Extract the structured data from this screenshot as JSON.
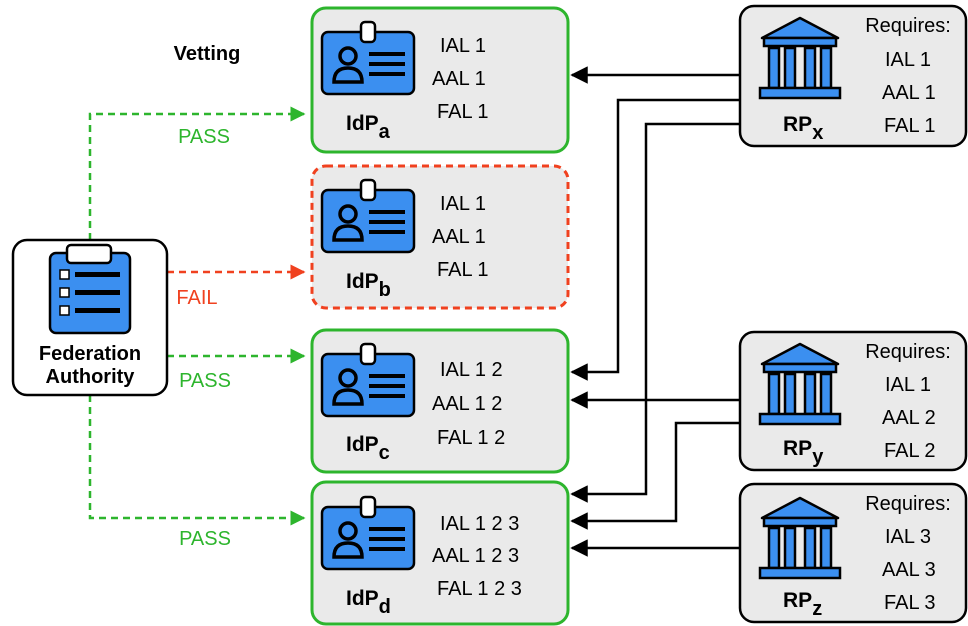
{
  "vetting_label": "Vetting",
  "federation": {
    "line1": "Federation",
    "line2": "Authority"
  },
  "colors": {
    "pass": "#2db52d",
    "fail": "#f0411f",
    "box_fill": "#eaeaea",
    "icon_blue": "#3b8ff0",
    "icon_dark": "#1a1a1a"
  },
  "edges": [
    {
      "label": "PASS",
      "status": "pass",
      "target": "IdP a"
    },
    {
      "label": "FAIL",
      "status": "fail",
      "target": "IdP b"
    },
    {
      "label": "PASS",
      "status": "pass",
      "target": "IdP c"
    },
    {
      "label": "PASS",
      "status": "pass",
      "target": "IdP d"
    }
  ],
  "idps": [
    {
      "name": "IdP",
      "sub": "a",
      "status": "pass",
      "ial": "IAL 1",
      "aal": "AAL 1",
      "fal": "FAL 1"
    },
    {
      "name": "IdP",
      "sub": "b",
      "status": "fail",
      "ial": "IAL 1",
      "aal": "AAL 1",
      "fal": "FAL 1"
    },
    {
      "name": "IdP",
      "sub": "c",
      "status": "pass",
      "ial": "IAL 1 2",
      "aal": "AAL 1 2",
      "fal": "FAL 1 2"
    },
    {
      "name": "IdP",
      "sub": "d",
      "status": "pass",
      "ial": "IAL 1 2 3",
      "aal": "AAL 1 2 3",
      "fal": "FAL 1 2 3"
    }
  ],
  "rps": [
    {
      "name": "RP",
      "sub": "x",
      "requires": "Requires:",
      "ial": "IAL 1",
      "aal": "AAL 1",
      "fal": "FAL 1"
    },
    {
      "name": "RP",
      "sub": "y",
      "requires": "Requires:",
      "ial": "IAL 1",
      "aal": "AAL 2",
      "fal": "FAL 2"
    },
    {
      "name": "RP",
      "sub": "z",
      "requires": "Requires:",
      "ial": "IAL 3",
      "aal": "AAL 3",
      "fal": "FAL 3"
    }
  ]
}
